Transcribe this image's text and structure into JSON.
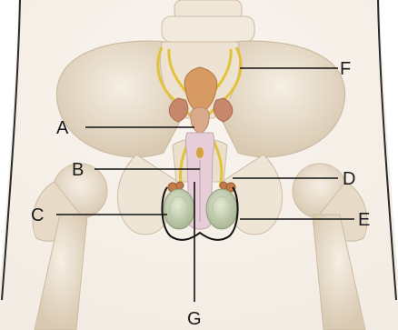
{
  "labels": {
    "A": "A",
    "B": "B",
    "C": "C",
    "D": "D",
    "E": "E",
    "F": "F",
    "G": "G"
  },
  "colors": {
    "bone": "#ede2d2",
    "bone_shadow": "#cdbba3",
    "skin_outline": "#1a1a1a",
    "vas_deferens": "#e2c23a",
    "bladder": "#d79a62",
    "prostate": "#d9a98c",
    "penis": "#e7cdd8",
    "testis": "#c9d3b6",
    "epididymis": "#c47a4a"
  }
}
